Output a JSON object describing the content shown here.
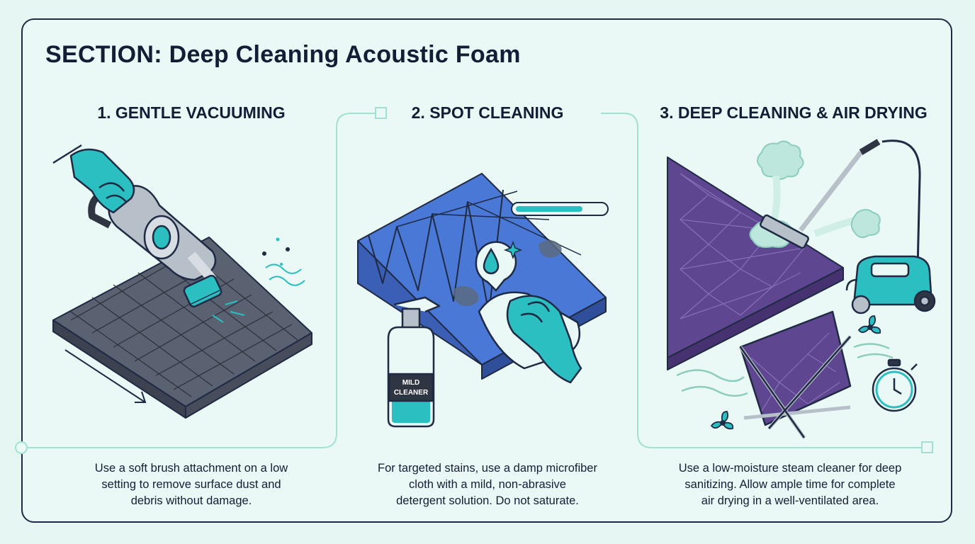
{
  "section_title": "SECTION: Deep Cleaning Acoustic Foam",
  "steps": [
    {
      "heading": "1. GENTLE VACUUMING",
      "lines": [
        "Use a soft brush attachment on a low",
        "setting to remove surface dust and",
        "debris without damage."
      ],
      "icons": [
        "gloved-hand-icon",
        "handheld-vacuum-icon",
        "pyramid-foam-panel-icon",
        "dust-particles-icon",
        "direction-arrow-icon"
      ]
    },
    {
      "heading": "2. SPOT CLEANING",
      "lines": [
        "For targeted stains, use a damp microfiber",
        "cloth with a mild, non-abrasive",
        "detergent solution. Do not saturate."
      ],
      "bottle_label_line1": "MILD",
      "bottle_label_line2": "CLEANER",
      "icons": [
        "wedge-foam-panel-icon",
        "spray-bottle-icon",
        "water-drop-icon",
        "gloved-hand-cloth-icon",
        "progress-bar-icon"
      ]
    },
    {
      "heading": "3. DEEP CLEANING & AIR DRYING",
      "lines": [
        "Use a low-moisture steam cleaner for deep",
        "sanitizing. Allow ample time for complete",
        "air drying in a well-ventilated area."
      ],
      "icons": [
        "steam-cleaner-icon",
        "steam-cloud-icon",
        "geometric-foam-panel-icon",
        "drying-rack-icon",
        "fan-icon",
        "stopwatch-icon",
        "airflow-icon"
      ]
    }
  ],
  "colors": {
    "background": "#e6f7f3",
    "outline": "#1f2a44",
    "accent_teal": "#2bbfc2",
    "foam_gray": "#5a6170",
    "foam_blue": "#4a78d6",
    "foam_purple": "#5e4690",
    "connector": "#9fe1d2"
  }
}
